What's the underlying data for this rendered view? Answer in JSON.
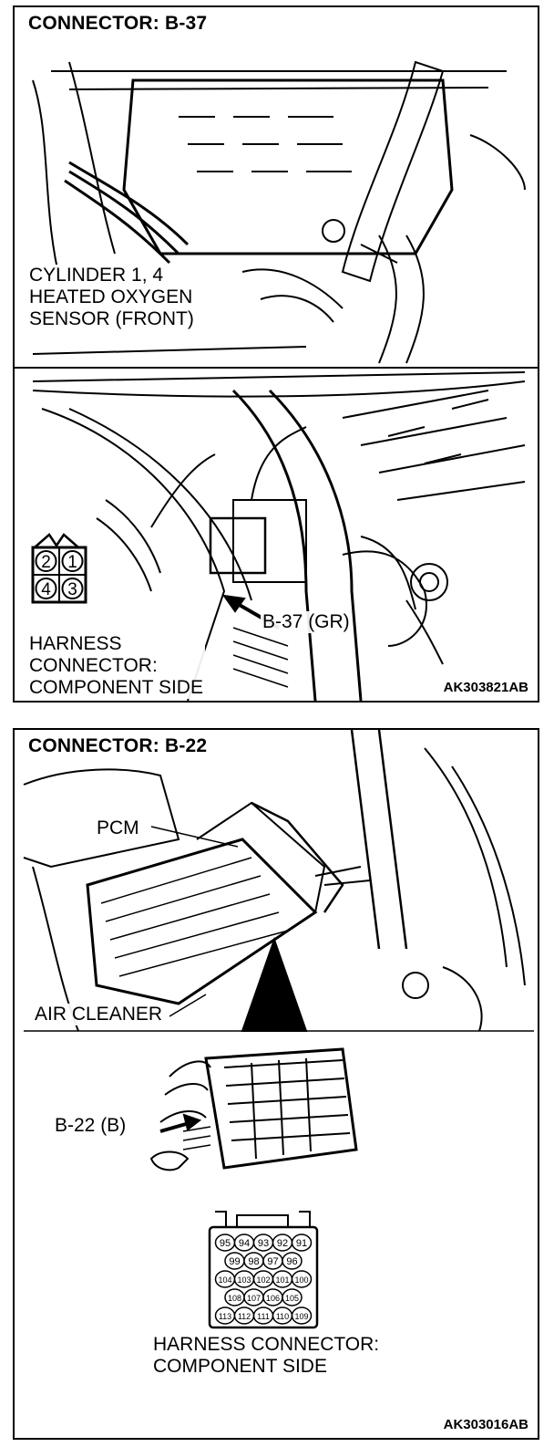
{
  "panel1": {
    "title": "CONNECTOR: B-37",
    "sensor_label": "CYLINDER 1, 4\nHEATED OXYGEN\nSENSOR (FRONT)",
    "connector_label": "B-37 (GR)",
    "harness_label": "HARNESS\nCONNECTOR:\nCOMPONENT SIDE",
    "figure_code": "AK303821AB",
    "pins": [
      "2",
      "1",
      "4",
      "3"
    ]
  },
  "panel2": {
    "title": "CONNECTOR: B-22",
    "pcm_label": "PCM",
    "air_cleaner_label": "AIR CLEANER",
    "connector_label": "B-22 (B)",
    "harness_label": "HARNESS CONNECTOR:\nCOMPONENT SIDE",
    "figure_code": "AK303016AB",
    "pin_rows": [
      [
        "95",
        "94",
        "93",
        "92",
        "91"
      ],
      [
        "99",
        "98",
        "97",
        "96"
      ],
      [
        "104",
        "103",
        "102",
        "101",
        "100"
      ],
      [
        "108",
        "107",
        "106",
        "105"
      ],
      [
        "113",
        "112",
        "111",
        "110",
        "109"
      ]
    ]
  }
}
